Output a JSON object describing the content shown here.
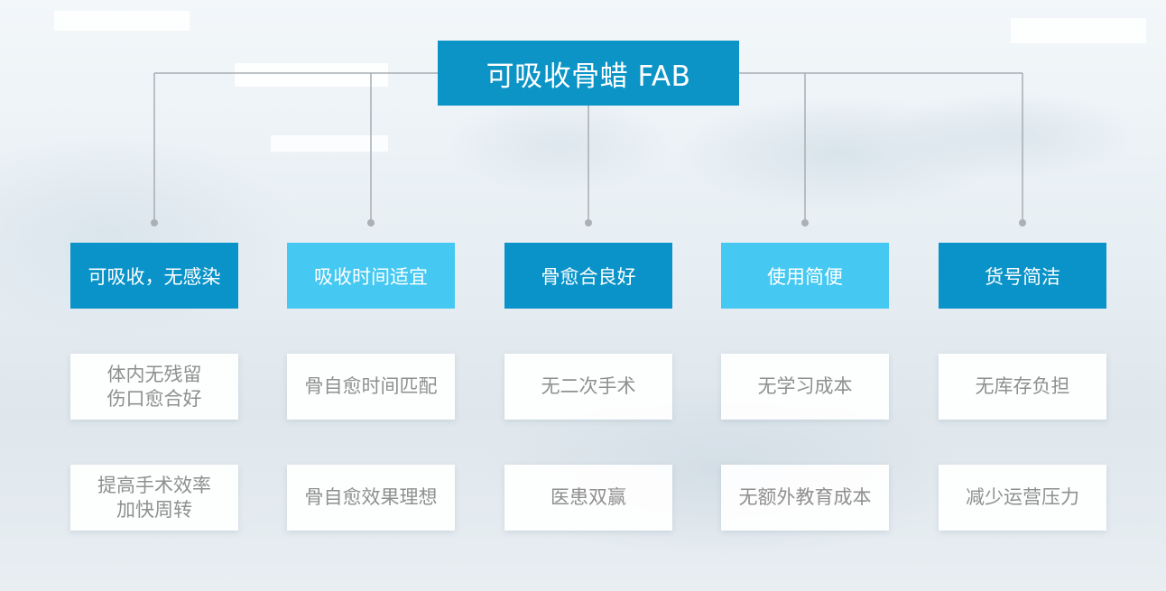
{
  "title": "可吸收骨蜡 FAB",
  "colors": {
    "dark": "#0993c8",
    "light": "#45c8f1",
    "item_text": "#8f8f8f",
    "line": "#a7adb2"
  },
  "columns": [
    {
      "category": "可吸收，无感染",
      "style": "dark",
      "items": [
        "体内无残留\n伤口愈合好",
        "提高手术效率\n加快周转"
      ]
    },
    {
      "category": "吸收时间适宜",
      "style": "light",
      "items": [
        "骨自愈时间匹配",
        "骨自愈效果理想"
      ]
    },
    {
      "category": "骨愈合良好",
      "style": "dark",
      "items": [
        "无二次手术",
        "医患双赢"
      ]
    },
    {
      "category": "使用简便",
      "style": "light",
      "items": [
        "无学习成本",
        "无额外教育成本"
      ]
    },
    {
      "category": "货号简洁",
      "style": "dark",
      "items": [
        "无库存负担",
        "减少运营压力"
      ]
    }
  ]
}
